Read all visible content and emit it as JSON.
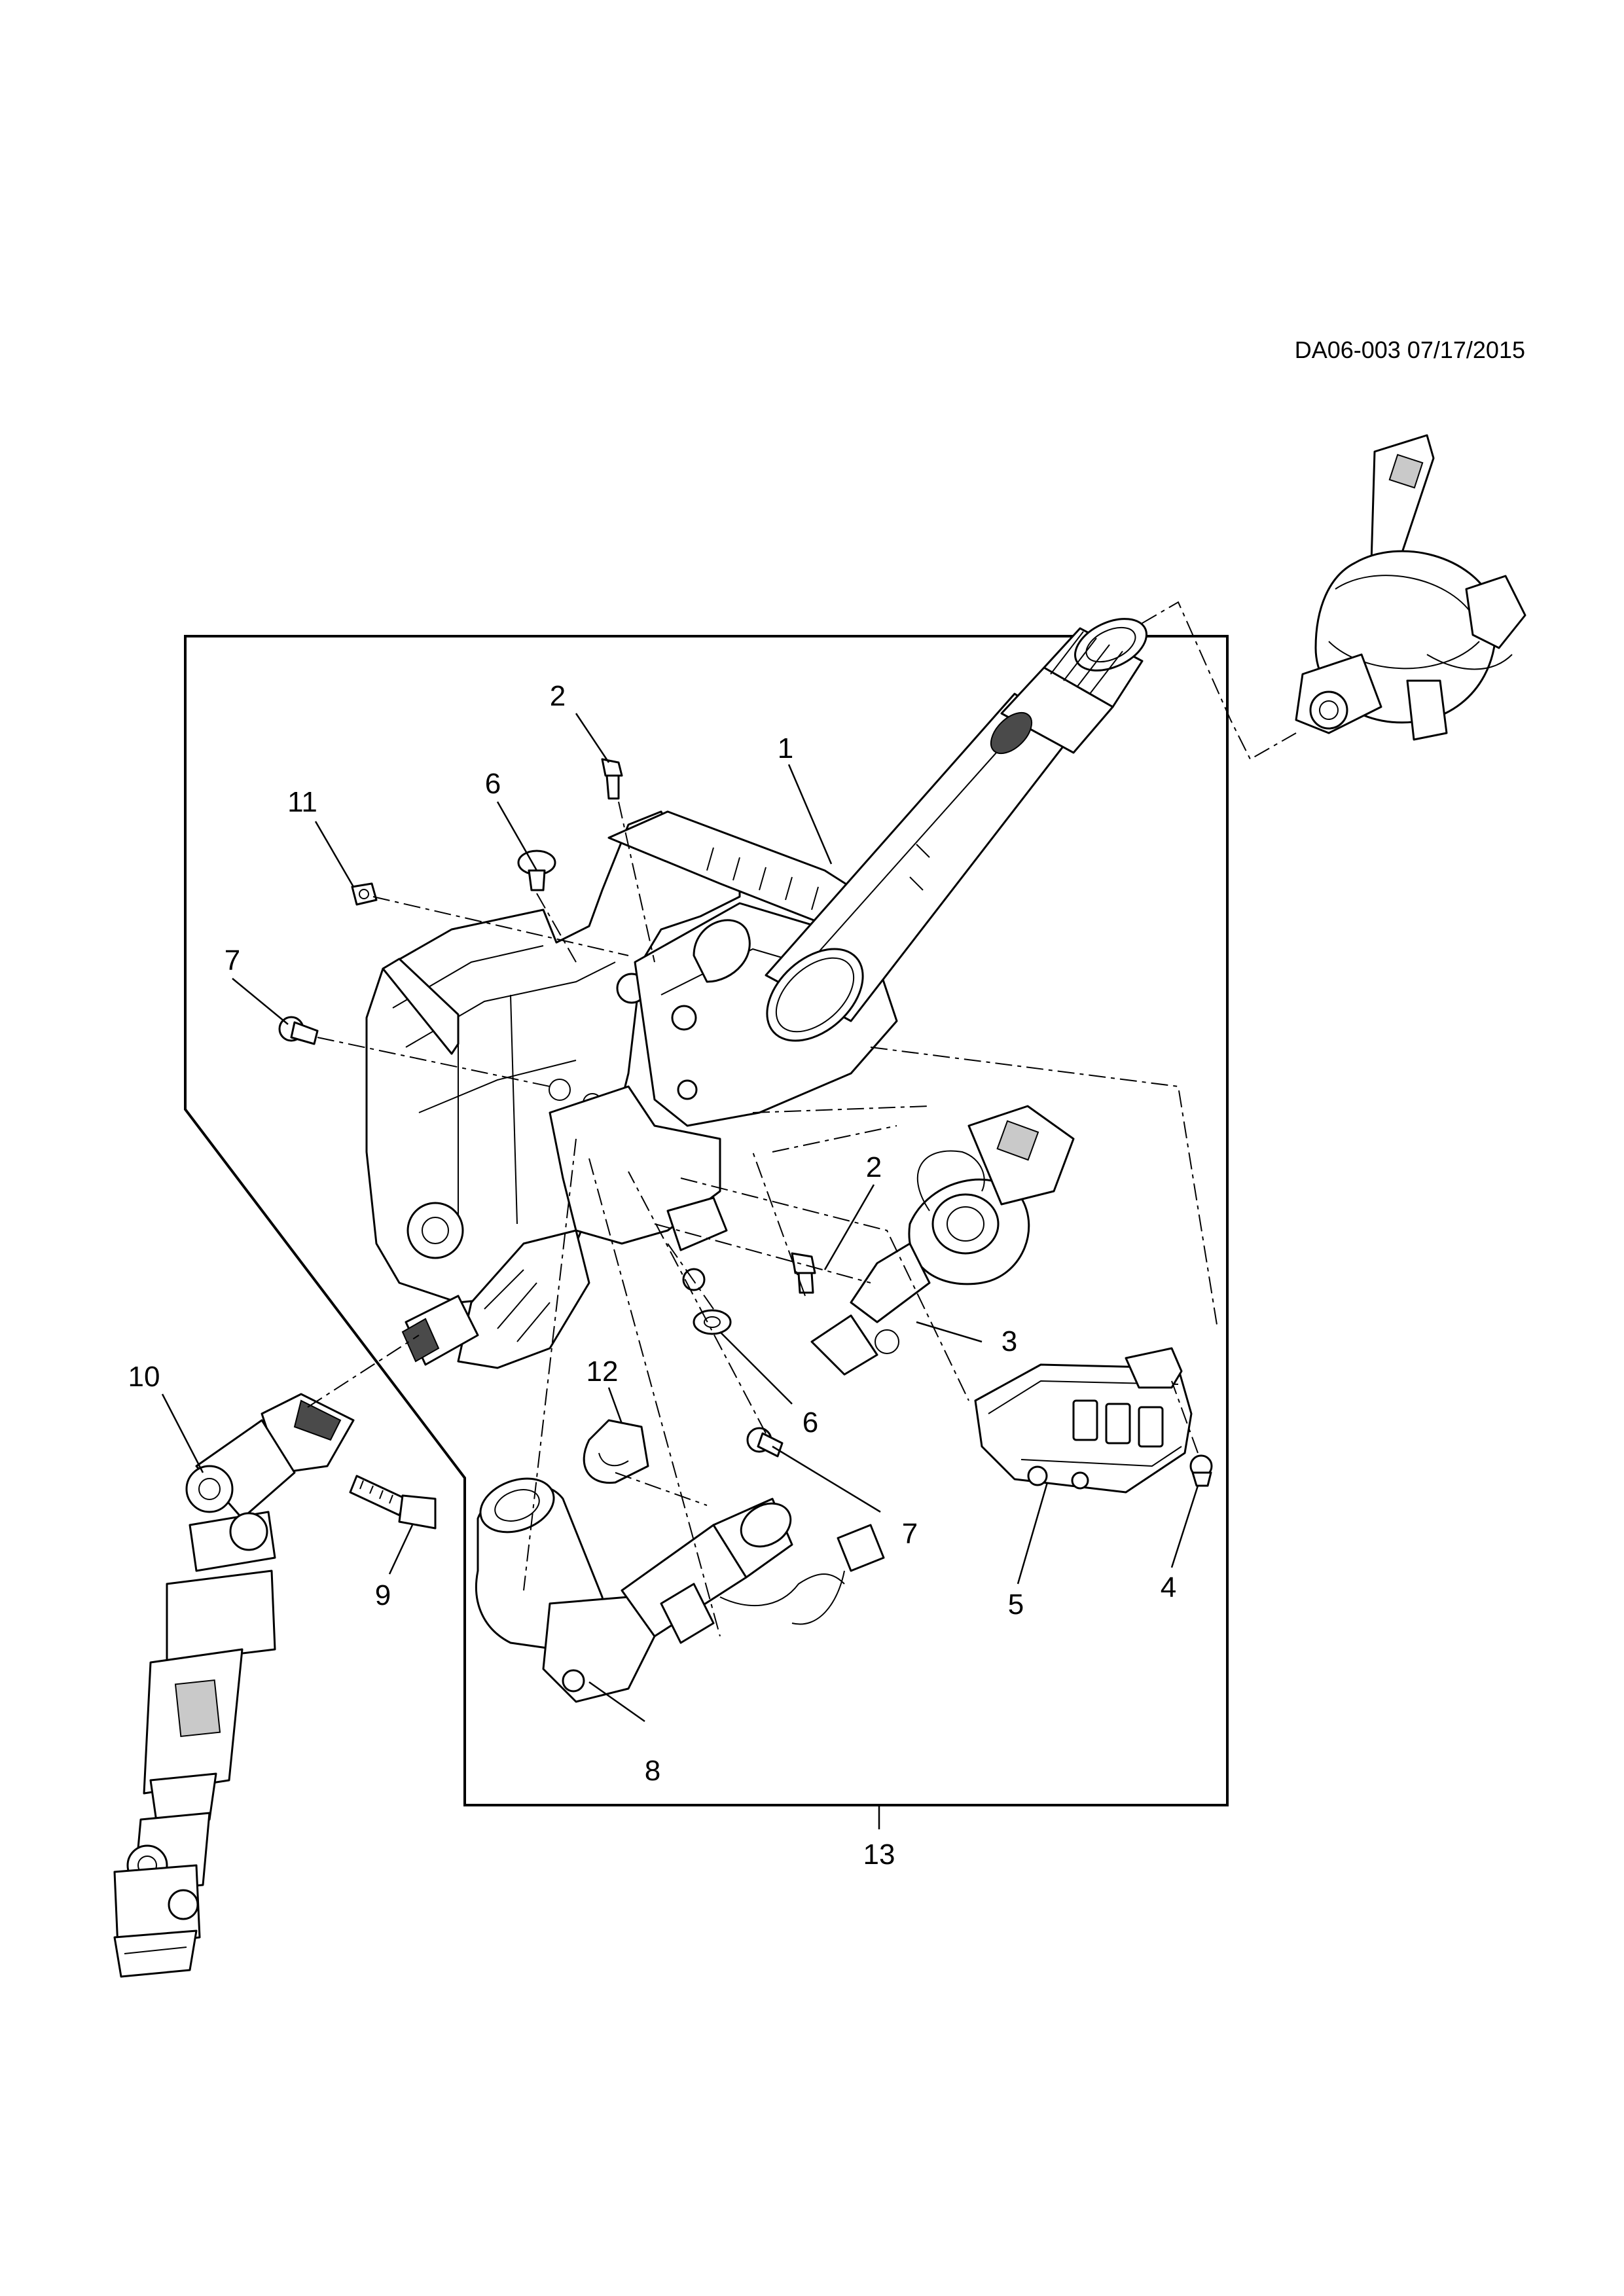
{
  "header": {
    "reference": "DA06-003 07/17/2015"
  },
  "callouts": [
    {
      "id": "1",
      "label": "1"
    },
    {
      "id": "2a",
      "label": "2"
    },
    {
      "id": "2b",
      "label": "2"
    },
    {
      "id": "3",
      "label": "3"
    },
    {
      "id": "4",
      "label": "4"
    },
    {
      "id": "5",
      "label": "5"
    },
    {
      "id": "6a",
      "label": "6"
    },
    {
      "id": "6b",
      "label": "6"
    },
    {
      "id": "7a",
      "label": "7"
    },
    {
      "id": "7b",
      "label": "7"
    },
    {
      "id": "8",
      "label": "8"
    },
    {
      "id": "9",
      "label": "9"
    },
    {
      "id": "10",
      "label": "10"
    },
    {
      "id": "11",
      "label": "11"
    },
    {
      "id": "12",
      "label": "12"
    },
    {
      "id": "13",
      "label": "13"
    }
  ]
}
